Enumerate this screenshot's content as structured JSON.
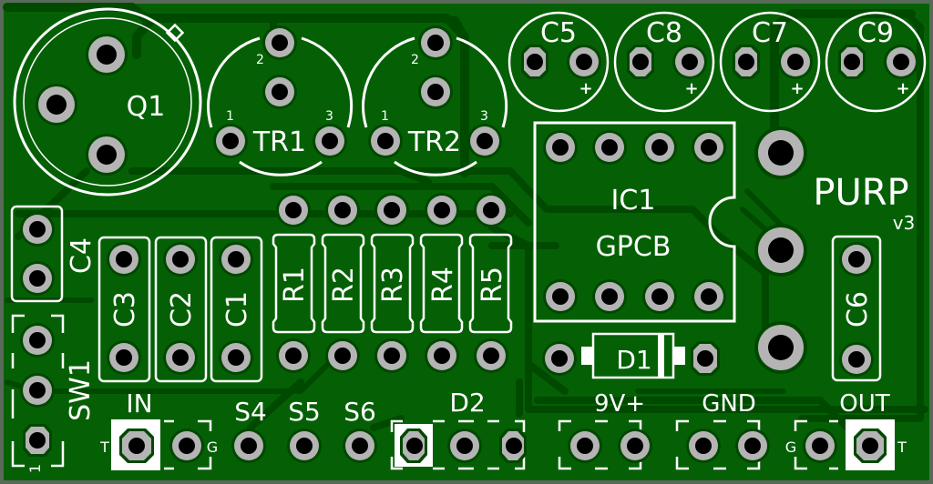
{
  "board": {
    "title": "PURP",
    "version": "v3",
    "colors": {
      "substrate": "#056005",
      "edge": "#5a6a5a",
      "trace": "#004a00",
      "silkscreen": "#ffffff",
      "pad": "#b4b4b4",
      "drill": "#000000"
    }
  },
  "components": {
    "Q1": {
      "label": "Q1"
    },
    "TR1": {
      "label": "TR1",
      "pins": [
        "1",
        "2",
        "3"
      ]
    },
    "TR2": {
      "label": "TR2",
      "pins": [
        "1",
        "2",
        "3"
      ]
    },
    "caps_electrolytic": [
      {
        "label": "C5",
        "polarity": "+"
      },
      {
        "label": "C8",
        "polarity": "+"
      },
      {
        "label": "C7",
        "polarity": "+"
      },
      {
        "label": "C9",
        "polarity": "+"
      }
    ],
    "IC1": {
      "label": "IC1",
      "sublabel": "GPCB"
    },
    "C4": {
      "label": "C4"
    },
    "caps_film": [
      {
        "label": "C3"
      },
      {
        "label": "C2"
      },
      {
        "label": "C1"
      }
    ],
    "resistors": [
      {
        "label": "R1"
      },
      {
        "label": "R2"
      },
      {
        "label": "R3"
      },
      {
        "label": "R4"
      },
      {
        "label": "R5"
      }
    ],
    "C6": {
      "label": "C6"
    },
    "D1": {
      "label": "D1"
    },
    "SW1": {
      "label": "SW1",
      "pin1": "1"
    },
    "D2": {
      "label": "D2"
    }
  },
  "connectors": {
    "IN": {
      "label": "IN",
      "tip": "T",
      "ground": "G"
    },
    "S4": {
      "label": "S4"
    },
    "S5": {
      "label": "S5"
    },
    "S6": {
      "label": "S6"
    },
    "power": {
      "label": "9V+"
    },
    "gnd": {
      "label": "GND"
    },
    "OUT": {
      "label": "OUT",
      "tip": "T",
      "ground": "G"
    }
  }
}
